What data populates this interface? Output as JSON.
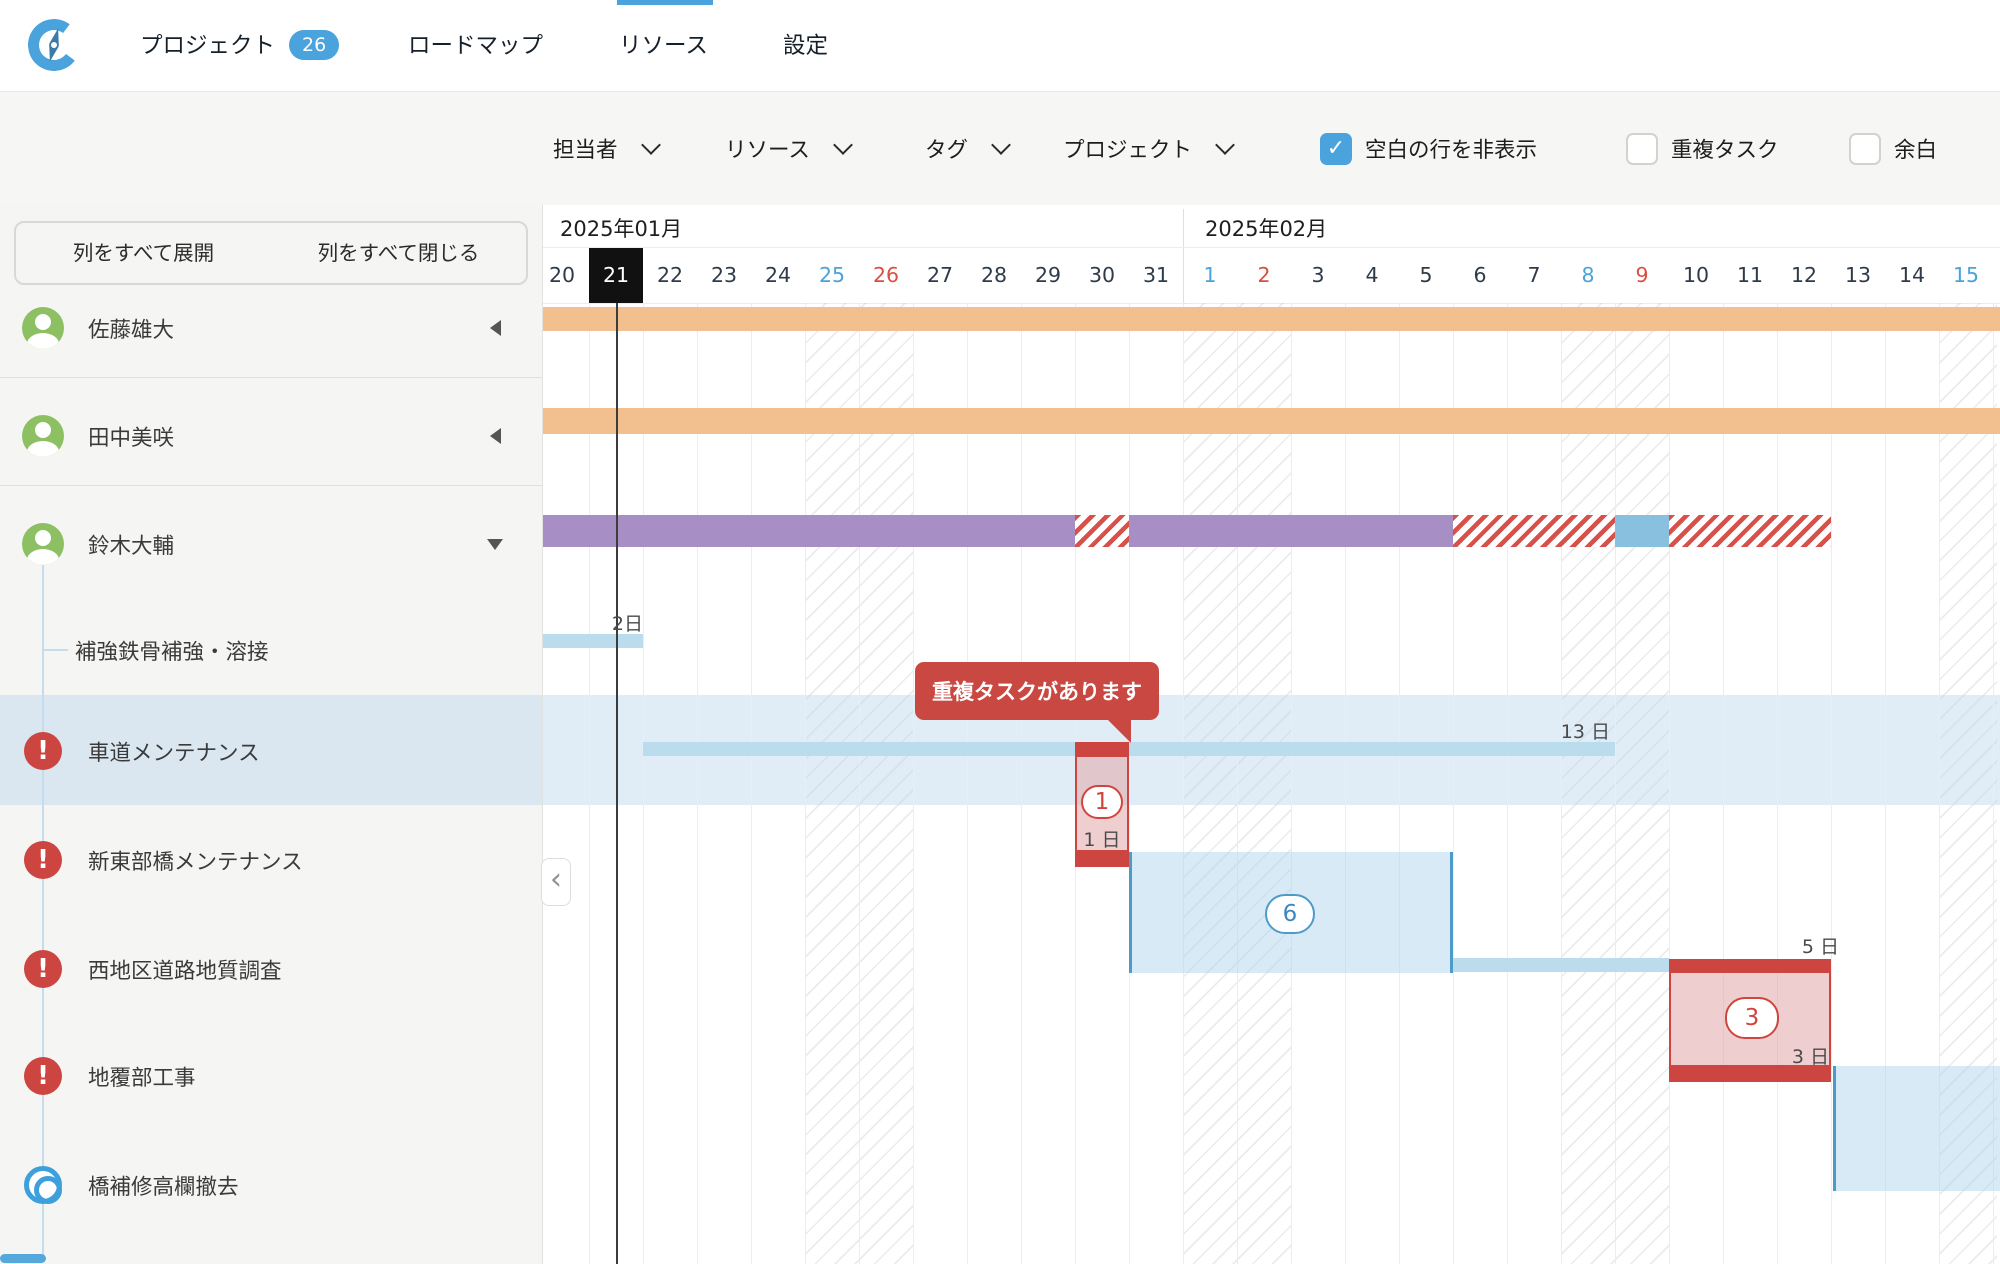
{
  "nav": {
    "tabs": [
      {
        "label": "プロジェクト",
        "badge": "26",
        "active": false
      },
      {
        "label": "ロードマップ",
        "active": false
      },
      {
        "label": "リソース",
        "active": true
      },
      {
        "label": "設定",
        "active": false
      }
    ]
  },
  "filters": {
    "dropdowns": [
      {
        "label": "担当者"
      },
      {
        "label": "リソース"
      },
      {
        "label": "タグ"
      },
      {
        "label": "プロジェクト"
      }
    ],
    "checkboxes": [
      {
        "label": "空白の行を非表示",
        "checked": true
      },
      {
        "label": "重複タスク",
        "checked": false
      },
      {
        "label": "余白",
        "checked": false
      }
    ]
  },
  "sidebar": {
    "expand_all": "列をすべて展開",
    "collapse_all": "列をすべて閉じる",
    "members": [
      {
        "name": "佐藤雄大",
        "state": "collapsed"
      },
      {
        "name": "田中美咲",
        "state": "collapsed"
      },
      {
        "name": "鈴木大輔",
        "state": "expanded"
      }
    ],
    "tasks": [
      {
        "name": "補強鉄骨補強・溶接",
        "icon": "none"
      },
      {
        "name": "車道メンテナンス",
        "icon": "alert",
        "highlighted": true
      },
      {
        "name": "新東部橋メンテナンス",
        "icon": "alert"
      },
      {
        "name": "西地区道路地質調査",
        "icon": "alert"
      },
      {
        "name": "地覆部工事",
        "icon": "alert"
      },
      {
        "name": "橋補修高欄撤去",
        "icon": "target"
      }
    ]
  },
  "timeline": {
    "months": [
      {
        "label": "2025年01月"
      },
      {
        "label": "2025年02月"
      }
    ],
    "selected_day": "21",
    "days": [
      {
        "label": "20",
        "type": "normal"
      },
      {
        "label": "21",
        "type": "selected"
      },
      {
        "label": "22",
        "type": "normal"
      },
      {
        "label": "23",
        "type": "normal"
      },
      {
        "label": "24",
        "type": "normal"
      },
      {
        "label": "25",
        "type": "saturday"
      },
      {
        "label": "26",
        "type": "sunday"
      },
      {
        "label": "27",
        "type": "normal"
      },
      {
        "label": "28",
        "type": "normal"
      },
      {
        "label": "29",
        "type": "normal"
      },
      {
        "label": "30",
        "type": "normal"
      },
      {
        "label": "31",
        "type": "normal"
      },
      {
        "label": "1",
        "type": "saturday"
      },
      {
        "label": "2",
        "type": "sunday"
      },
      {
        "label": "3",
        "type": "normal"
      },
      {
        "label": "4",
        "type": "normal"
      },
      {
        "label": "5",
        "type": "normal"
      },
      {
        "label": "6",
        "type": "normal"
      },
      {
        "label": "7",
        "type": "normal"
      },
      {
        "label": "8",
        "type": "saturday"
      },
      {
        "label": "9",
        "type": "sunday"
      },
      {
        "label": "10",
        "type": "normal"
      },
      {
        "label": "11",
        "type": "normal"
      },
      {
        "label": "12",
        "type": "normal"
      },
      {
        "label": "13",
        "type": "normal"
      },
      {
        "label": "14",
        "type": "normal"
      },
      {
        "label": "15",
        "type": "saturday"
      }
    ]
  },
  "gantt": {
    "tooltip": "重複タスクがあります",
    "durations": {
      "steel_bar": "2日",
      "road_bar": "13 日",
      "conflict1": "1 日",
      "box5": "5 日",
      "box3": "3 日"
    },
    "badges": {
      "conflict1": "1",
      "box6": "6",
      "box3": "3"
    },
    "bars": [
      {
        "row": "佐藤雄大",
        "type": "allocation",
        "color": "orange",
        "from": "1/20",
        "to": "2/15"
      },
      {
        "row": "田中美咲",
        "type": "allocation",
        "color": "orange",
        "from": "1/20",
        "to": "2/15"
      },
      {
        "row": "鈴木大輔",
        "type": "allocation",
        "color": "purple",
        "from": "1/20",
        "to": "2/12",
        "overload_days": [
          "1/30",
          "2/6",
          "2/7",
          "2/8",
          "2/10",
          "2/11",
          "2/12"
        ],
        "partial_day": "2/9"
      },
      {
        "row": "補強鉄骨補強・溶接",
        "type": "task",
        "from": "1/20",
        "to": "1/21",
        "duration": "2日"
      },
      {
        "row": "車道メンテナンス",
        "type": "task",
        "from": "1/22",
        "to": "2/8",
        "duration": "13 日",
        "conflict_day": "1/30"
      },
      {
        "row": "新東部橋メンテナンス",
        "type": "task-box",
        "from": "1/31",
        "to": "2/5",
        "badge": "6"
      },
      {
        "row": "西地区道路地質調査",
        "type": "task",
        "from": "2/6",
        "to": "2/12",
        "conflict": {
          "from": "2/10",
          "to": "2/12",
          "badge": "3",
          "above": "5 日",
          "below": "3 日"
        }
      },
      {
        "row": "地覆部工事",
        "type": "task-box",
        "from": "2/13",
        "to": "2/15"
      }
    ]
  },
  "icons": {
    "check": "✓",
    "collapse_handle": "‹",
    "alert": "!"
  },
  "colors": {
    "accent_blue": "#4aa3dc",
    "bar_orange": "#f2c08e",
    "bar_purple": "#a78fc6",
    "bar_light_blue": "#badced",
    "box_border_blue": "#4d9bc9",
    "conflict_red": "#cc4540",
    "saturday_blue": "#4aa3dc",
    "sunday_red": "#d94f43",
    "selected_day_bg": "#111111"
  }
}
